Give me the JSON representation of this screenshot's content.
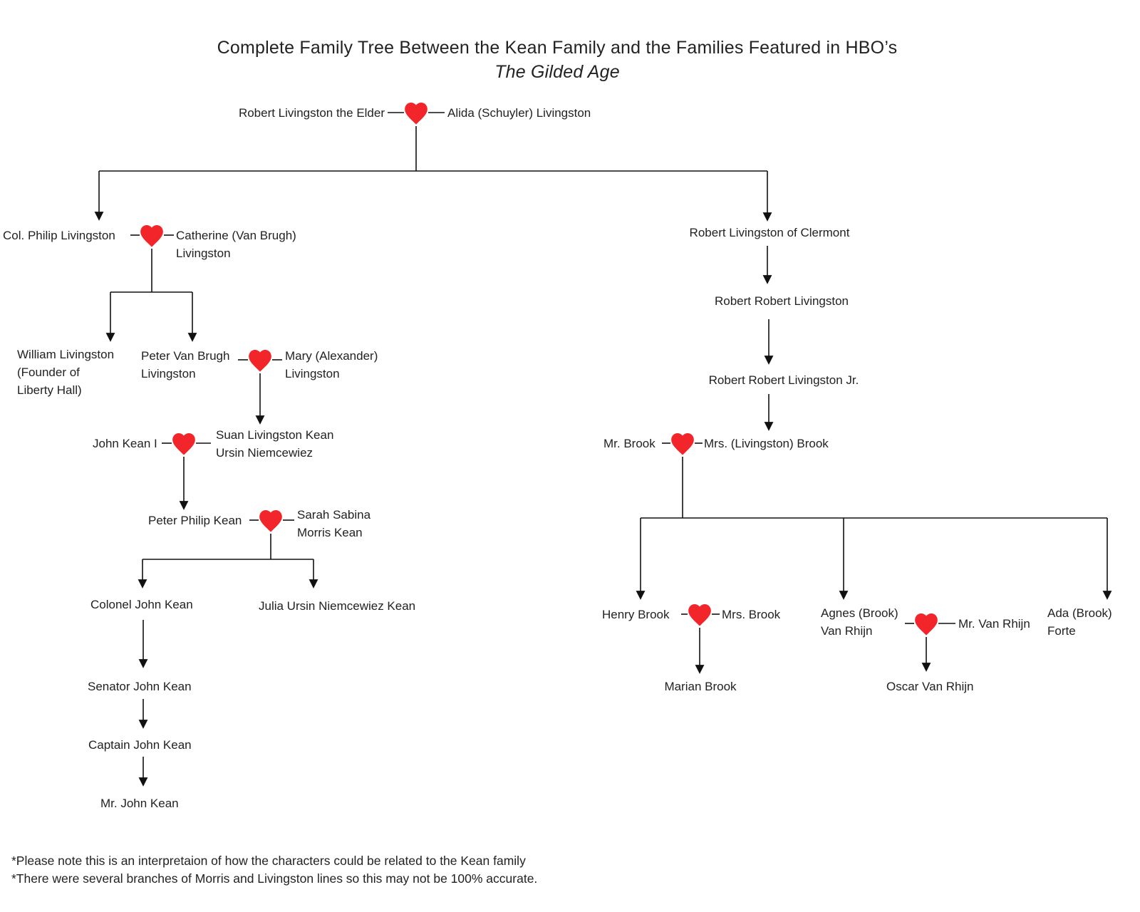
{
  "title": {
    "line1": "Complete Family Tree Between the Kean Family and the Families Featured in",
    "line2_prefix": "HBO’s ",
    "line2_show": "The Gilded Age"
  },
  "people": {
    "robert_elder": [
      "Robert Livingston the Elder"
    ],
    "alida": [
      "Alida (Schuyler) Livingston"
    ],
    "philip": [
      "Col. Philip Livingston"
    ],
    "catherine": [
      "Catherine (Van Brugh)",
      "Livingston"
    ],
    "william": [
      "William Livingston",
      "(Founder of",
      "Liberty Hall)"
    ],
    "peter_van_brugh": [
      "Peter Van Brugh",
      "Livingston"
    ],
    "mary": [
      "Mary (Alexander)",
      "Livingston"
    ],
    "suan": [
      "Suan Livingston Kean",
      "Ursin Niemcewiez"
    ],
    "john_kean_i": [
      "John Kean I"
    ],
    "peter_philip": [
      "Peter Philip Kean"
    ],
    "sarah": [
      "Sarah Sabina",
      "Morris Kean"
    ],
    "colonel_john": [
      "Colonel John Kean"
    ],
    "julia": [
      "Julia Ursin Niemcewiez Kean"
    ],
    "senator_john": [
      "Senator John Kean"
    ],
    "captain_john": [
      "Captain John Kean"
    ],
    "mr_john": [
      "Mr. John Kean"
    ],
    "clermont": [
      "Robert Livingston of Clermont"
    ],
    "robert_robert": [
      "Robert Robert Livingston"
    ],
    "robert_robert_jr": [
      "Robert Robert Livingston Jr."
    ],
    "mr_brook": [
      "Mr. Brook"
    ],
    "mrs_livingston_brook": [
      "Mrs. (Livingston) Brook"
    ],
    "henry_brook": [
      "Henry Brook"
    ],
    "mrs_brook": [
      "Mrs. Brook"
    ],
    "marian_brook": [
      "Marian Brook"
    ],
    "agnes": [
      "Agnes (Brook)",
      "Van Rhijn"
    ],
    "mr_van_rhijn": [
      "Mr. Van Rhijn"
    ],
    "oscar": [
      "Oscar Van Rhijn"
    ],
    "ada": [
      "Ada (Brook)",
      "Forte"
    ]
  },
  "footnotes": [
    "*Please note this is an interpretaion of how the characters could be related to the Kean family",
    "*There were several branches of Morris and Livingston lines so this may not be 100% accurate."
  ],
  "icons": {
    "heart-icon": "❤"
  },
  "colors": {
    "heart": "#f2262a",
    "line": "#111111",
    "text": "#222222",
    "background": "#ffffff"
  }
}
